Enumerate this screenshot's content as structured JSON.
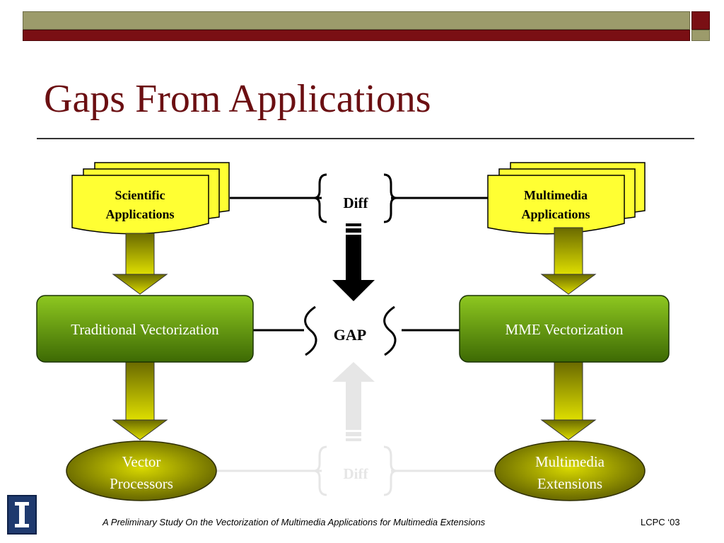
{
  "slide": {
    "title": "Gaps From Applications",
    "footer": "A Preliminary Study On the Vectorization of Multimedia Applications for Multimedia Extensions",
    "conference": "LCPC ‘03"
  },
  "diagram": {
    "scientific_apps": [
      "Scientific",
      "Applications"
    ],
    "multimedia_apps": [
      "Multimedia",
      "Applications"
    ],
    "diff_top": "Diff",
    "traditional_vectorization": "Traditional Vectorization",
    "mme_vectorization": "MME Vectorization",
    "gap": "GAP",
    "vector_processors": [
      "Vector",
      "Processors"
    ],
    "multimedia_extensions": [
      "Multimedia",
      "Extensions"
    ],
    "diff_bottom": "Diff"
  },
  "colors": {
    "title": "#6b0f12",
    "doc_fill": "#ffff33",
    "box_gradient_top": "#8ec820",
    "box_gradient_bottom": "#3d6a04",
    "arrow_top": "#6a6a00",
    "arrow_bottom": "#dede00",
    "faded": "#e6e6e6"
  }
}
